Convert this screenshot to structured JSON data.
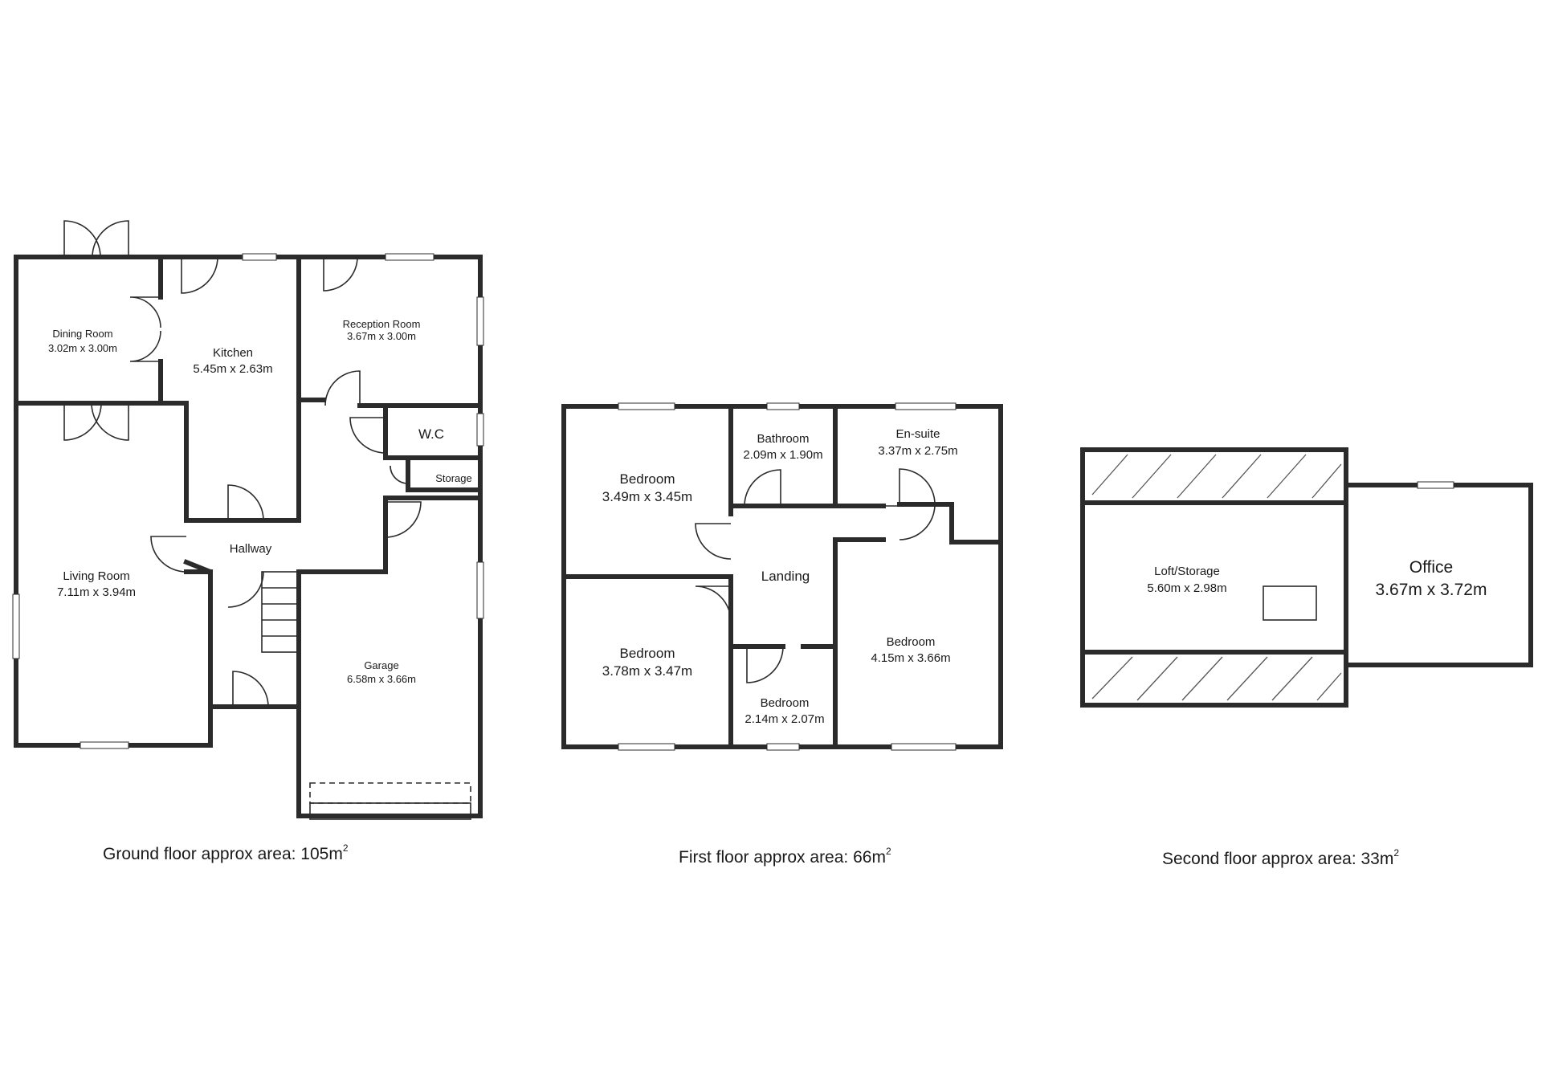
{
  "ground_floor": {
    "rooms": [
      {
        "name": "Dining Room",
        "size": "3.02m x 3.00m"
      },
      {
        "name": "Kitchen",
        "size": "5.45m x 2.63m"
      },
      {
        "name": "Reception Room",
        "size": "3.67m x 3.00m"
      },
      {
        "name": "W.C"
      },
      {
        "name": "Storage"
      },
      {
        "name": "Hallway"
      },
      {
        "name": "Living Room",
        "size": "7.11m x 3.94m"
      },
      {
        "name": "Garage",
        "size": "6.58m x 3.66m"
      }
    ],
    "area_label": "Ground floor approx area: 105m",
    "area_sup": "2"
  },
  "first_floor": {
    "rooms": [
      {
        "name": "Bedroom",
        "size": "3.49m x 3.45m"
      },
      {
        "name": "Bathroom",
        "size": "2.09m x 1.90m"
      },
      {
        "name": "En-suite",
        "size": "3.37m x 2.75m"
      },
      {
        "name": "Landing"
      },
      {
        "name": "Bedroom",
        "size": "3.78m x 3.47m"
      },
      {
        "name": "Bedroom",
        "size": "4.15m x 3.66m"
      },
      {
        "name": "Bedroom",
        "size": "2.14m x 2.07m"
      }
    ],
    "area_label": "First floor approx area: 66m",
    "area_sup": "2"
  },
  "second_floor": {
    "rooms": [
      {
        "name": "Loft/Storage",
        "size": "5.60m x 2.98m"
      },
      {
        "name": "Office",
        "size": "3.67m x 3.72m"
      }
    ],
    "area_label": "Second floor approx area: 33m",
    "area_sup": "2"
  }
}
